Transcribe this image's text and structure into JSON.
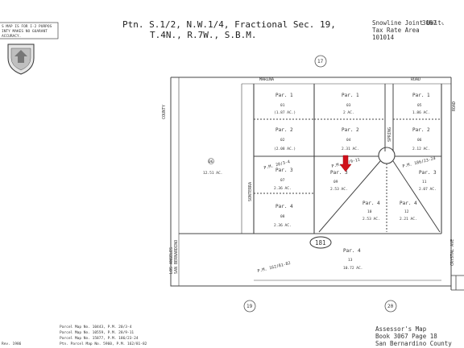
{
  "header": {
    "title_line1": "Ptn. S.1/2, N.W.1/4, Fractional Sec. 19,",
    "title_line2": "T.4N., R.7W., S.B.M.",
    "district_line1": "Snowline Joint Unit.",
    "district_line2": "Tax Rate Area",
    "district_line3": "101014",
    "book_number": "3067 -"
  },
  "notice_box": {
    "line1": "S MAP IS FOR I-2 PURPOS",
    "line2": "INTY MAKES NO GUARANT",
    "line3": "ACCURACY."
  },
  "section_markers": {
    "top": "17",
    "bottom_left": "19",
    "bottom_right": "20"
  },
  "route_marker": "181",
  "roads": {
    "top": "ROAD",
    "marina": "MARINA",
    "county": "COUNTY",
    "crystal": "CRYSTAL AVE",
    "spring": "SPRING",
    "county_line1": "LOS ANGELES",
    "county_line2": "SAN BERNARDINO",
    "sonterra": "SONTERRA",
    "road_r": "ROAD"
  },
  "parcels": [
    {
      "label": "Par. 1",
      "num": "01",
      "acres": "(1.87 AC.)"
    },
    {
      "label": "Par. 2",
      "num": "02",
      "acres": "(2.08 AC.)"
    },
    {
      "label": "Par. 3",
      "num": "07",
      "acres": "2.36 AC."
    },
    {
      "label": "Par. 4",
      "num": "08",
      "acres": "2.36 AC."
    },
    {
      "label": "Par. 1",
      "num": "03",
      "acres": "2 AC."
    },
    {
      "label": "Par. 2",
      "num": "04",
      "acres": "2.31 AC."
    },
    {
      "label": "Par. 3",
      "num": "09",
      "acres": "2.53 AC."
    },
    {
      "label": "Par. 4",
      "num": "10",
      "acres": "2.53 AC."
    },
    {
      "label": "Par. 1",
      "num": "05",
      "acres": "1.86 AC."
    },
    {
      "label": "Par. 2",
      "num": "06",
      "acres": "2.12 AC."
    },
    {
      "label": "Par. 3",
      "num": "11",
      "acres": "2.07 AC."
    },
    {
      "label": "Par. 4",
      "num": "12",
      "acres": "2.21 AC."
    },
    {
      "label": "Par. 4",
      "num": "13",
      "acres": "10.72 AC."
    }
  ],
  "big_parcel": {
    "num": "06",
    "acres": "12.51 AC."
  },
  "parcel_maps": {
    "pm1": "P.M. 20/3-4",
    "pm2": "P.M. 20/9-11",
    "pm3": "P.M. 186/23-24",
    "pm4": "P.M. 162/81-82"
  },
  "footer_left": {
    "rev": "Rev. 1986",
    "line1": "Parcel Map No. 10443, P.M. 20/3-4",
    "line2": "Parcel Map No. 10559, P.M. 28/9-11",
    "line3": "Parcel Map No. 15877, P.M. 186/23-24",
    "line4": "Ptn. Parcel Map No. 5960, P.M. 162/81-82"
  },
  "footer_right": {
    "line1": "Assessor's Map",
    "line2": "Book 3067 Page 18",
    "line3": "San Bernardino County"
  },
  "colors": {
    "pointer_arrow": "#d0101a",
    "line": "#444444"
  },
  "icons": {
    "county_seal": "shield-seal-icon",
    "pointer": "arrow-down-icon"
  }
}
